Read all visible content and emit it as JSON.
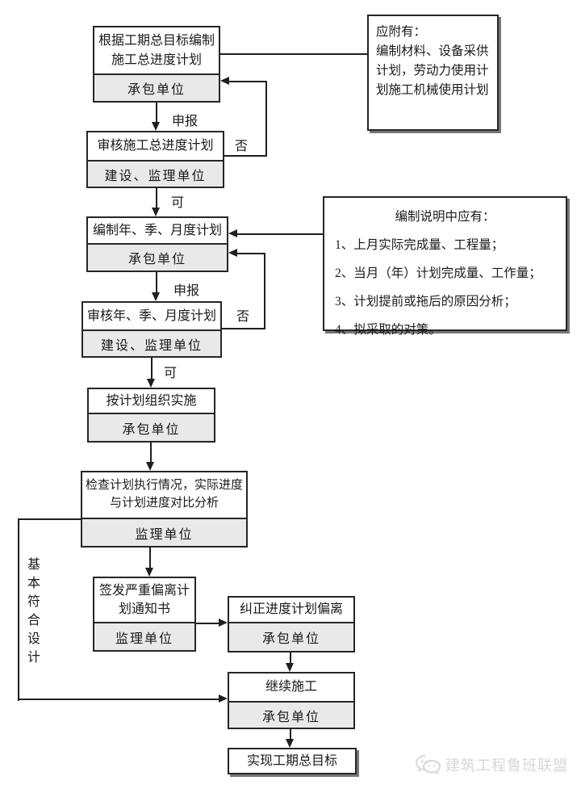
{
  "boxes": {
    "b1": {
      "title": "根据工期总目标编制施工总进度计划",
      "agency": "承包单位"
    },
    "b2": {
      "title": "审核施工总进度计划",
      "agency": "建设、监理单位"
    },
    "b3": {
      "title": "编制年、季、月度计划",
      "agency": "承包单位"
    },
    "b4": {
      "title": "审核年、季、月度计划",
      "agency": "建设、监理单位"
    },
    "b5": {
      "title": "按计划组织实施",
      "agency": "承包单位"
    },
    "b6": {
      "title": "检查计划执行情况，实际进度与计划进度对比分析",
      "agency": "监理单位"
    },
    "b7": {
      "title": "签发严重偏离计划通知书",
      "agency": "监理单位"
    },
    "b8": {
      "title": "纠正进度计划偏离",
      "agency": "承包单位"
    },
    "b9": {
      "title": "继续施工",
      "agency": "承包单位"
    },
    "b10": {
      "title": "实现工期总目标"
    }
  },
  "labels": {
    "declare1": "申报",
    "no1": "否",
    "yes1": "可",
    "declare2": "申报",
    "no2": "否",
    "yes2": "可",
    "bypass": "基本符合设计"
  },
  "notes": {
    "attachment": {
      "text": "应附有：\n编制材料、设备采供计划，劳动力使用计划施工机械使用计划"
    },
    "explanation": {
      "title": "编制说明中应有：",
      "items": [
        "1、上月实际完成量、工程量；",
        "2、当月（年）计划完成量、工作量；",
        "3、计划提前或拖后的原因分析；",
        "4、拟采取的对策。"
      ]
    }
  },
  "watermark": {
    "text": "建筑工程鲁班联盟"
  },
  "colors": {
    "agency_bg": "#e9e9e9",
    "line": "#1f1f1f",
    "shadow": "#777777",
    "watermark": "#d7d7d7"
  }
}
